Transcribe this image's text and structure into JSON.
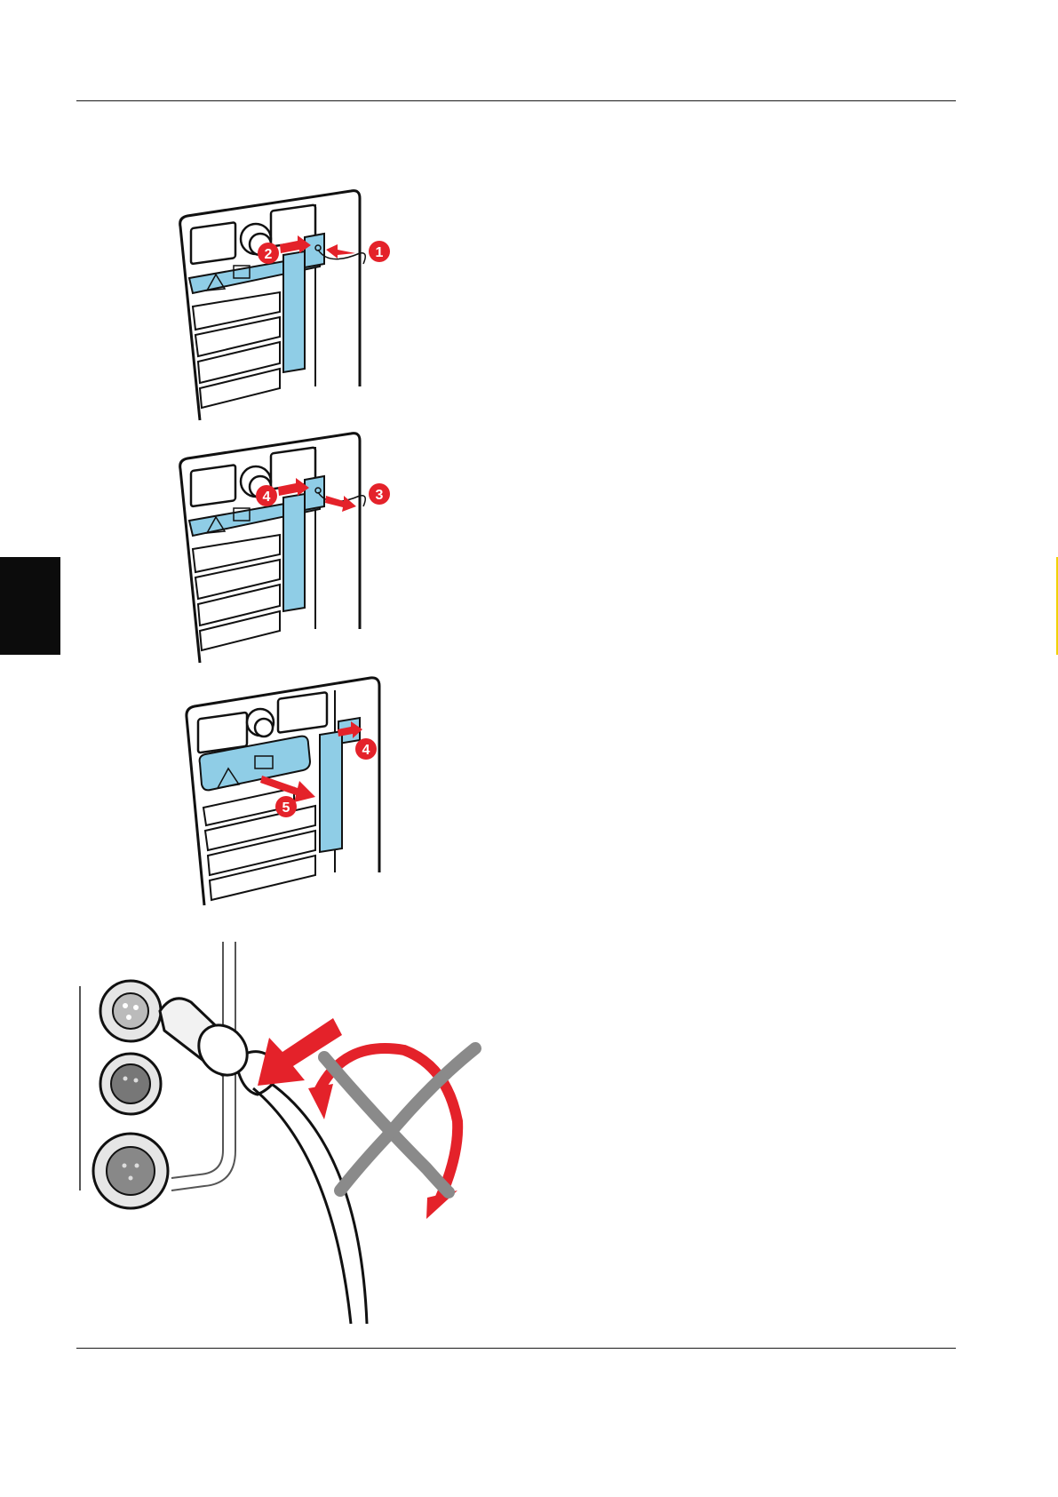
{
  "page": {
    "accent_color": "#e4222a",
    "highlight_color": "#8fcde6",
    "chapter_tab_color": "#0c0c0c",
    "marker_color": "#f2d200"
  },
  "figures": [
    {
      "description_icon": "warning-triangle-icon",
      "steps": [
        "1",
        "2"
      ]
    },
    {
      "description_icon": "warning-triangle-icon",
      "steps": [
        "3",
        "4"
      ]
    },
    {
      "description_icon": "warning-triangle-icon",
      "steps": [
        "4",
        "5"
      ]
    }
  ],
  "step_labels": {
    "fig1_a": "1",
    "fig1_b": "2",
    "fig2_a": "3",
    "fig2_b": "4",
    "fig3_a": "4",
    "fig3_b": "5"
  }
}
